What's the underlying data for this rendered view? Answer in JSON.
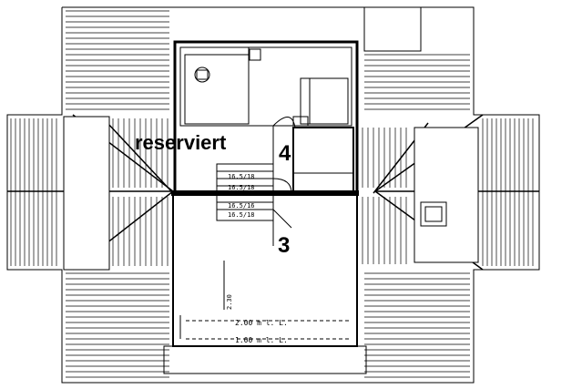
{
  "labels": {
    "reserved": "reserviert",
    "unit_upper": "4",
    "unit_lower": "3",
    "stair_note_1": "16.5/18",
    "stair_note_2": "16.5/18",
    "stair_note_3": "16.5/16",
    "stair_note_4": "16.5/18",
    "dim_vertical": "2.30",
    "dim_2m": "2.00 m l. L.",
    "dim_1m": "1.00 m l. L."
  },
  "colors": {
    "ink": "#000000",
    "paper": "#ffffff"
  }
}
